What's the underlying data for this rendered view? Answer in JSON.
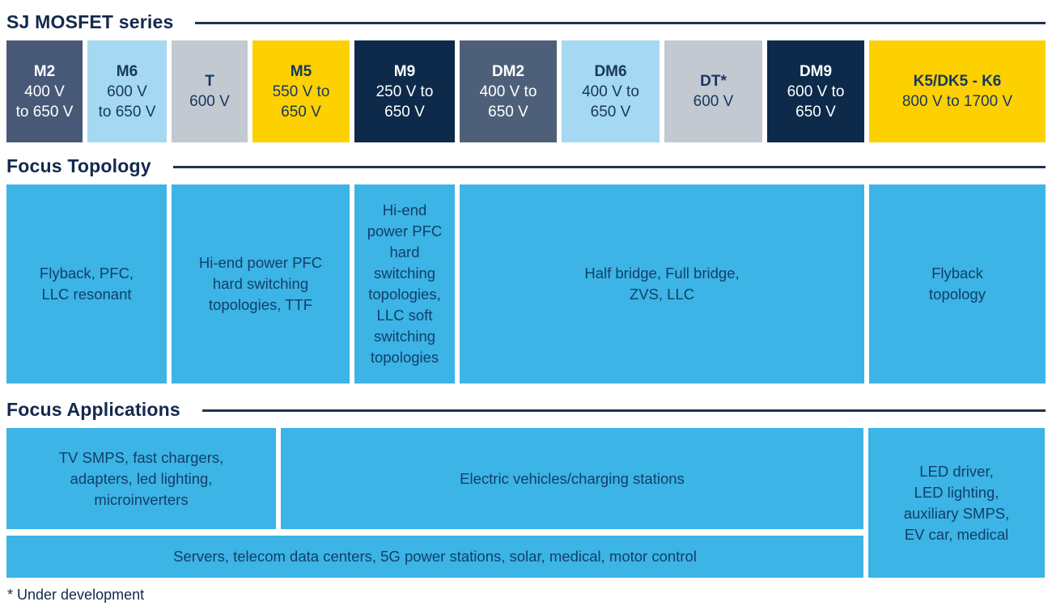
{
  "sections": {
    "series": {
      "title": "SJ MOSFET series"
    },
    "topology": {
      "title": "Focus Topology"
    },
    "applications": {
      "title": "Focus Applications"
    }
  },
  "series_boxes": [
    {
      "name": "M2",
      "voltage": "400 V\nto 650 V",
      "bg": "#475977",
      "fg": "#ffffff"
    },
    {
      "name": "M6",
      "voltage": "600 V\nto 650 V",
      "bg": "#a5d8f1",
      "fg": "#16375f"
    },
    {
      "name": "T",
      "voltage": "600 V",
      "bg": "#c3c9d1",
      "fg": "#16375f"
    },
    {
      "name": "M5",
      "voltage": "550 V to\n650 V",
      "bg": "#fdd100",
      "fg": "#16375f"
    },
    {
      "name": "M9",
      "voltage": "250 V to\n650 V",
      "bg": "#0d2a4a",
      "fg": "#ffffff"
    },
    {
      "name": "DM2",
      "voltage": "400 V to\n650 V",
      "bg": "#4e6079",
      "fg": "#ffffff"
    },
    {
      "name": "DM6",
      "voltage": "400 V to\n650 V",
      "bg": "#a5d8f1",
      "fg": "#16375f"
    },
    {
      "name": "DT*",
      "voltage": "600 V",
      "bg": "#c3c9d1",
      "fg": "#16375f"
    },
    {
      "name": "DM9",
      "voltage": "600 V to\n650 V",
      "bg": "#0d2a4a",
      "fg": "#ffffff"
    },
    {
      "name": "K5/DK5 - K6",
      "voltage": "800 V to 1700 V",
      "bg": "#fdd100",
      "fg": "#16375f"
    }
  ],
  "topology_boxes": [
    {
      "text": "Flyback, PFC,\nLLC resonant"
    },
    {
      "text": "Hi-end power PFC\nhard switching\ntopologies, TTF"
    },
    {
      "text": "Hi-end\npower PFC\nhard\nswitching\ntopologies,\nLLC soft\nswitching\ntopologies"
    },
    {
      "text": "Half bridge, Full bridge,\nZVS, LLC"
    },
    {
      "text": "Flyback\ntopology"
    }
  ],
  "application_boxes": [
    {
      "text": "TV SMPS, fast chargers,\nadapters, led lighting,\nmicroinverters"
    },
    {
      "text": "Electric vehicles/charging stations"
    },
    {
      "text": "LED driver,\nLED lighting,\nauxiliary SMPS,\nEV car, medical"
    },
    {
      "text": "Servers, telecom data centers, 5G power stations, solar, medical, motor control"
    }
  ],
  "footnote": "* Under development",
  "colors": {
    "cyan": "#3cb4e5",
    "cyan_text": "#123f6a",
    "heading_text": "#13294d",
    "divider": "#21344f",
    "navy_box": "#0d2a4a",
    "slate_box": "#475977",
    "sky_box": "#a5d8f1",
    "grey_box": "#c3c9d1",
    "yellow_box": "#fdd100",
    "white": "#ffffff"
  }
}
